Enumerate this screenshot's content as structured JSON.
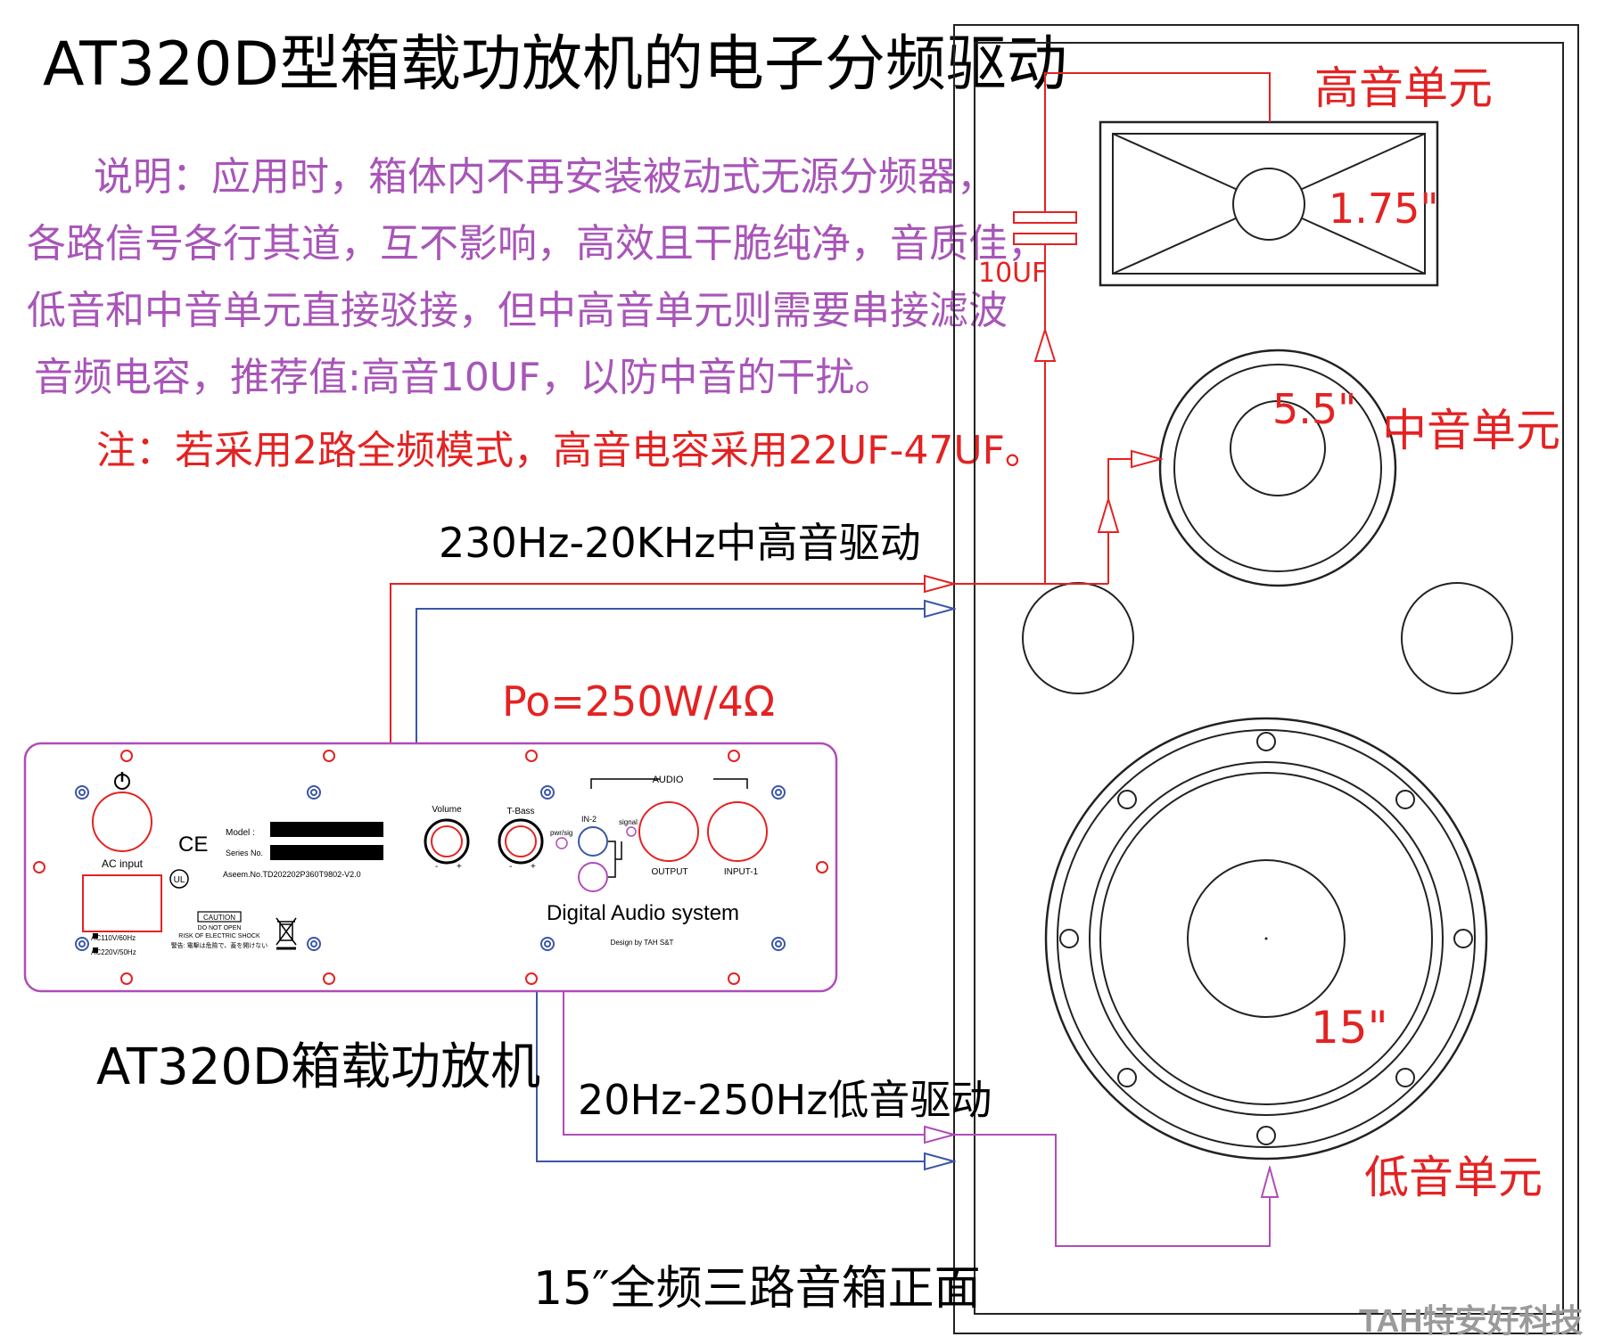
{
  "title": "AT320D型箱载功放机的电子分频驱动",
  "description_lines": [
    "说明：应用时，箱体内不再安装被动式无源分频器，",
    "各路信号各行其道，互不影响，高效且干脆纯净，音质佳，",
    "低音和中音单元直接驳接，但中高音单元则需要串接滤波",
    "音频电容，推荐值:高音10UF，以防中音的干扰。"
  ],
  "note_line": "注：若采用2路全频模式，高音电容采用22UF-47UF。",
  "labels": {
    "mid_high_drive": "230Hz-20KHz中高音驱动",
    "power_output": "Po=250W/4Ω",
    "amp_name": "AT320D箱载功放机",
    "low_drive": "20Hz-250Hz低音驱动",
    "cabinet_front": "15″全频三路音箱正面",
    "capacitor": "10UF",
    "watermark": "TAH特安好科技"
  },
  "speaker_units": {
    "tweeter": {
      "name": "高音单元",
      "size": "1.75\""
    },
    "midrange": {
      "name": "中音单元",
      "size": "5.5\""
    },
    "woofer": {
      "name": "低音单元",
      "size": "15\""
    }
  },
  "panel": {
    "ac_input": "AC input",
    "model_label": "Model :",
    "series_label": "Series No.",
    "aseem": "Aseem.No.TD202202P360T9802-V2.0",
    "caution": "CAUTION",
    "do_not_open": "DO NOT OPEN",
    "risk": "RISK OF ELECTRIC SHOCK",
    "warning_jp": "警告: 電擊は危險で、蓋を開けない",
    "ac110": "AC110V/60Hz",
    "ac220": "AC220V/50Hz",
    "ce_mark": "CE",
    "ul_mark": "UL",
    "volume": "Volume",
    "tbass": "T-Bass",
    "minus": "-",
    "plus": "+",
    "pwr_sig": "pwr/sig",
    "in2": "IN-2",
    "signal": "signal",
    "audio": "AUDIO",
    "output": "OUTPUT",
    "input1": "INPUT-1",
    "brand": "Digital  Audio system",
    "design": "Design by TAH S&T"
  },
  "colors": {
    "red_wire": "#e42222",
    "blue_wire": "#3a56a8",
    "purple_wire": "#b04cb8",
    "note_text": "#a855b8"
  }
}
